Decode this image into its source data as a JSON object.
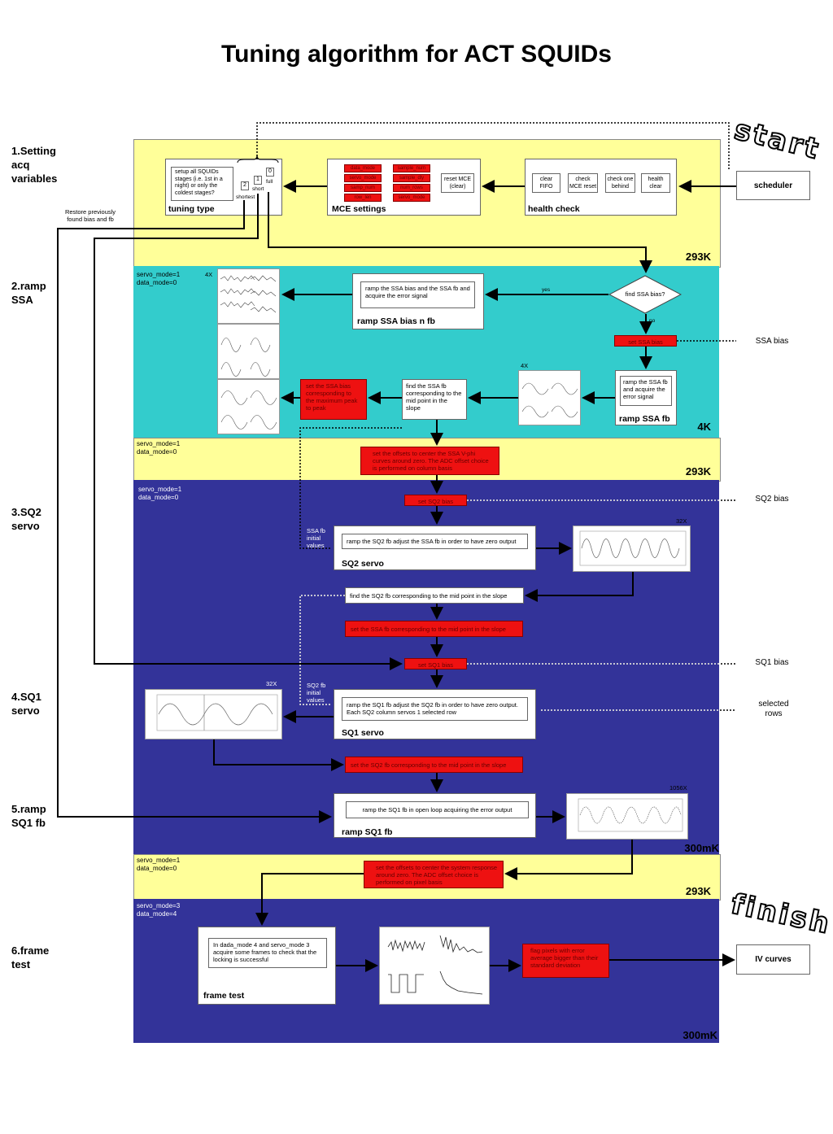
{
  "title": "Tuning algorithm for ACT SQUIDs",
  "steps": {
    "s1": "1.Setting\n   acq\n   variables",
    "s2": "2.ramp\n   SSA",
    "s3": "3.SQ2\n   servo",
    "s4": "4.SQ1\n   servo",
    "s5": "5.ramp\n   SQ1 fb",
    "s6": "6.frame\n   test"
  },
  "wordart": {
    "start": "start",
    "finish": "finish"
  },
  "temperatures": {
    "t1": "293K",
    "t2": "4K",
    "t3": "293K",
    "t4": "300mK",
    "t5": "293K",
    "t6": "300mK"
  },
  "modes": {
    "m2": "servo_mode=1\ndata_mode=0",
    "m3": "servo_mode=1\ndata_mode=0",
    "m4": "servo_mode=1\ndata_mode=0",
    "m5": "servo_mode=1\ndata_mode=0",
    "m6": "servo_mode=3\ndata_mode=4"
  },
  "multipliers": {
    "x4a": "4X",
    "x4b": "4X",
    "x32a": "32X",
    "x32b": "32X",
    "x1056": "1056X"
  },
  "stage1": {
    "scheduler": "scheduler",
    "health_check": {
      "label": "health check",
      "items": [
        "clear FIFO",
        "check MCE reset",
        "check one behind",
        "health clear"
      ]
    },
    "mce_settings": {
      "label": "MCE settings",
      "red_items": [
        "data_mode",
        "servo_mode",
        "samp_num",
        "row_len",
        "sample_num",
        "sample_dly",
        "num_rows",
        "servo_mode"
      ],
      "reset": "reset MCE (clear)"
    },
    "tuning_type": {
      "label": "tuning type",
      "text": "setup all SQUIDs stages (i.e. 1st in a night) or only the coldest stages?",
      "opt0": "0",
      "opt1": "1",
      "opt2": "2",
      "full": "full",
      "short": "short",
      "shortest": "shortest"
    },
    "restore": "Restore previously found bias and fb"
  },
  "stage2": {
    "ramp_bias_text": "ramp the SSA bias and the SSA fb and acquire the error signal",
    "ramp_bias_label": "ramp SSA bias n fb",
    "find_ssa_bias": "find SSA bias?",
    "yes": "yes",
    "no": "no",
    "set_ssa_bias": "set SSA bias",
    "ssa_bias_side": "SSA bias",
    "ramp_fb_text": "ramp the SSA fb and acquire the error signal",
    "ramp_fb_label": "ramp SSA fb",
    "find_fb_text": "find the SSA fb corresponding to the mid point in the slope",
    "set_bias_max": "set the SSA bias corresponding to the maximum peak to peak"
  },
  "stage2b": {
    "offsets": "set the offsets to center the SSA V-phi curves around zero. The ADC offset choice is performed on column basis"
  },
  "stage3": {
    "set_sq2_bias": "set SQ2 bias",
    "sq2_bias_side": "SQ2 bias",
    "ssa_fb_initial": "SSA fb\ninitial\nvalues",
    "sq2_servo_text": "ramp the SQ2 fb adjust the SSA fb in order to have zero output",
    "sq2_servo_label": "SQ2 servo",
    "find_sq2_fb": "find the SQ2 fb corresponding to the mid point in the slope",
    "set_ssa_fb": "set the SSA fb corresponding to the mid point in the slope",
    "set_sq1_bias": "set SQ1 bias",
    "sq1_bias_side": "SQ1 bias"
  },
  "stage4": {
    "sq2_fb_initial": "SQ2 fb\ninitial\nvalues",
    "sq1_servo_text": "ramp the SQ1 fb adjust the SQ2 fb in order to have zero output. Each SQ2 column servos 1 selected row",
    "sq1_servo_label": "SQ1 servo",
    "selected_rows": "selected\nrows",
    "set_sq2_fb": "set the SQ2 fb corresponding to the mid point in the slope"
  },
  "stage5": {
    "ramp_sq1_text": "ramp the SQ1 fb in open loop acquiring the error output",
    "ramp_sq1_label": "ramp SQ1 fb"
  },
  "stage5b": {
    "offsets": "set the offsets to center the system response around zero. The ADC offset choice is performed on pixel basis"
  },
  "stage6": {
    "frame_text": "In dada_mode 4 and servo_mode 3 acquire some frames to check that the locking is successful",
    "frame_label": "frame test",
    "flag": "flag pixels with error average bigger than their standard deviation",
    "iv_curves": "IV curves"
  }
}
